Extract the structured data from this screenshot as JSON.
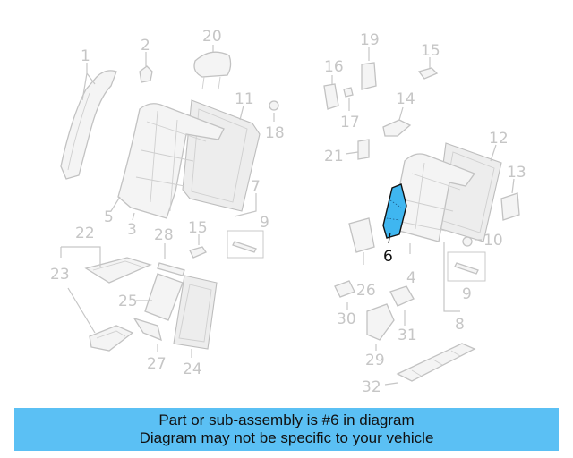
{
  "diagram": {
    "callouts": [
      "1",
      "2",
      "20",
      "11",
      "18",
      "5",
      "3",
      "7",
      "9",
      "22",
      "28",
      "15",
      "23",
      "25",
      "27",
      "24",
      "16",
      "19",
      "15",
      "17",
      "14",
      "12",
      "21",
      "13",
      "10",
      "6",
      "4",
      "26",
      "9",
      "30",
      "31",
      "29",
      "8",
      "32"
    ],
    "highlighted_part": "6",
    "highlight_color": "#3fb6f0"
  },
  "banner": {
    "line1": "Part or sub-assembly is #6 in diagram",
    "line2": "Diagram may not be specific to your vehicle",
    "background": "#5bc0f4"
  }
}
